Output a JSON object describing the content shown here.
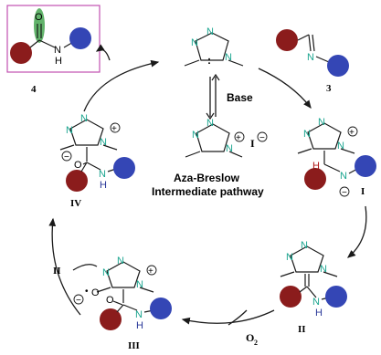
{
  "labels": {
    "compound_4": "4",
    "compound_3": "3",
    "base": "Base",
    "center_line1": "Aza-Breslow",
    "center_line2": "Intermediate pathway",
    "int_I": "I",
    "int_II": "II",
    "int_III": "III",
    "int_IV": "IV",
    "reagent_II": "II",
    "oxygen": "O",
    "oxygen_sub": "2",
    "iodide": "I",
    "atom_N": "N",
    "atom_H": "H",
    "atom_O": "O",
    "plus": "+",
    "minus": "−",
    "carbene_dots": ":",
    "peroxy_dot": "•"
  },
  "colors": {
    "red_group": "#8b1c1c",
    "blue_group": "#3446b5",
    "green_ellipse": "#2e9a3a",
    "nitrogen": "#1aa58f",
    "box_border": "#c24fb0",
    "hydrogen_red": "#b01818"
  }
}
